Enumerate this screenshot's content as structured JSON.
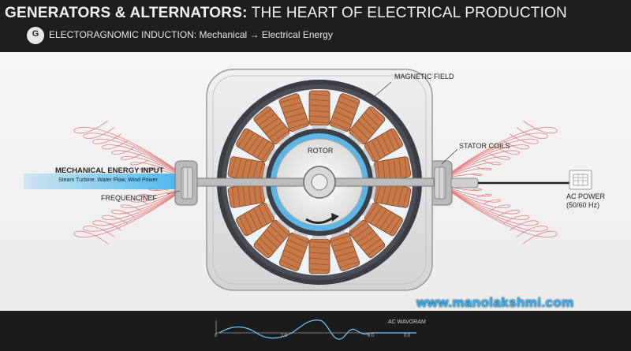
{
  "header": {
    "title_bold": "GENERATORS & ALTERNATORS:",
    "title_rest": " THE HEART OF ELECTRICAL PRODUCTION",
    "logo_text": "G",
    "subtitle": "ELECTORAGNOMIC INDUCTION: Mechanical → Electrical Energy"
  },
  "labels": {
    "magnetic_field": "MAGNETIC FIELD",
    "rotor": "ROTOR",
    "stator_coils": "STATOR COILS",
    "mechanical_input": "MECHANICAL ENERGY INPUT",
    "mechanical_sources": "Steam Turbine, Water Flow, Wind Power",
    "frequency": "FREQUENCINEF",
    "ac_power": "AC POWER",
    "ac_power_hz": "(50/60 Hz)"
  },
  "footer": {
    "url": "www.manolakshmi.com",
    "wave_label": "AC WAVORAM",
    "ticks": [
      "0",
      "2:0",
      "6:0",
      "0:0"
    ]
  },
  "colors": {
    "copper": "#c87a48",
    "rotor_blue": "#5bb6e6",
    "input_arrow": "#49b8ee",
    "url_blue": "#2fb5ff"
  }
}
